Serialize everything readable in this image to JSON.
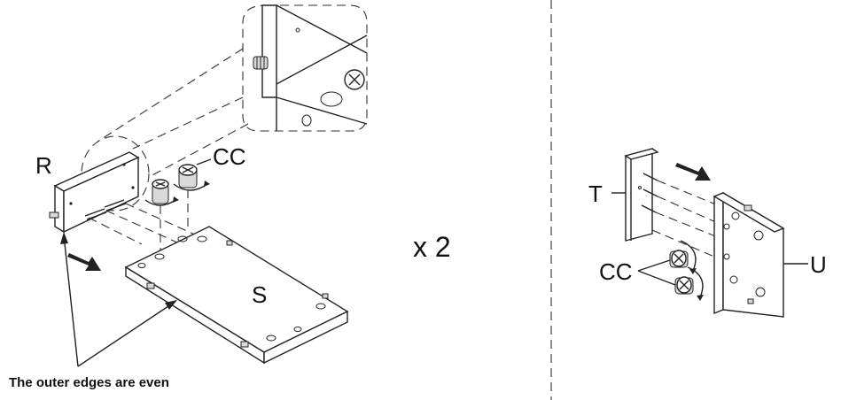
{
  "labels": {
    "r": "R",
    "cc_left": "CC",
    "s": "S",
    "multiplier": "x 2",
    "t": "T",
    "cc_right": "CC",
    "u": "U"
  },
  "caption": "The outer edges are even"
}
